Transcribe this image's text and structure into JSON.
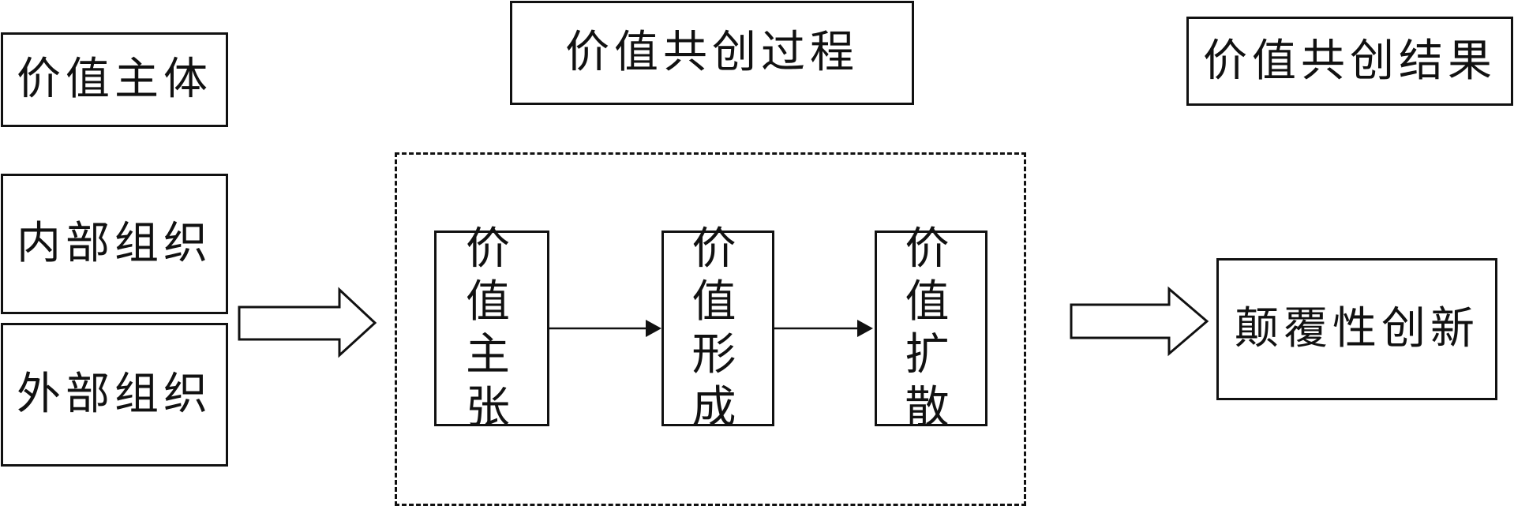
{
  "subject_header": "价值主体",
  "process_header": "价值共创过程",
  "result_header": "价值共创结果",
  "subjects": [
    "内部组织",
    "外部组织"
  ],
  "process_steps": [
    "价值主张",
    "价值形成",
    "价值扩散"
  ],
  "result": "颠覆性创新"
}
